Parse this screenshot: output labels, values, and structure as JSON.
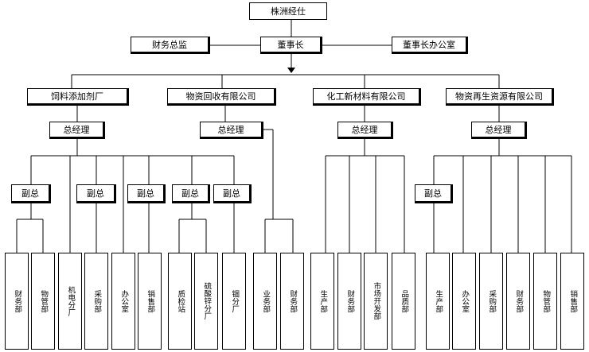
{
  "top": {
    "title": "株洲经仕",
    "chairman": "董事长",
    "cfo": "财务总监",
    "chairman_office": "董事长办公室"
  },
  "companies": [
    "饲料添加剂厂",
    "物资回收有限公司",
    "化工新材料有限公司",
    "物资再生资源有限公司"
  ],
  "general_manager": "总经理",
  "vice_general_manager": "副总",
  "departments": [
    "财务部",
    "物管部",
    "机电分厂",
    "采购部",
    "办公室",
    "销售部",
    "质检站",
    "硫酸锌分厂",
    "锢分厂",
    "业务部",
    "财务部",
    "生产部",
    "财务部",
    "市场开发部",
    "品质部",
    "生产部",
    "办公室",
    "采购部",
    "财务部",
    "物管部",
    "销售部"
  ]
}
